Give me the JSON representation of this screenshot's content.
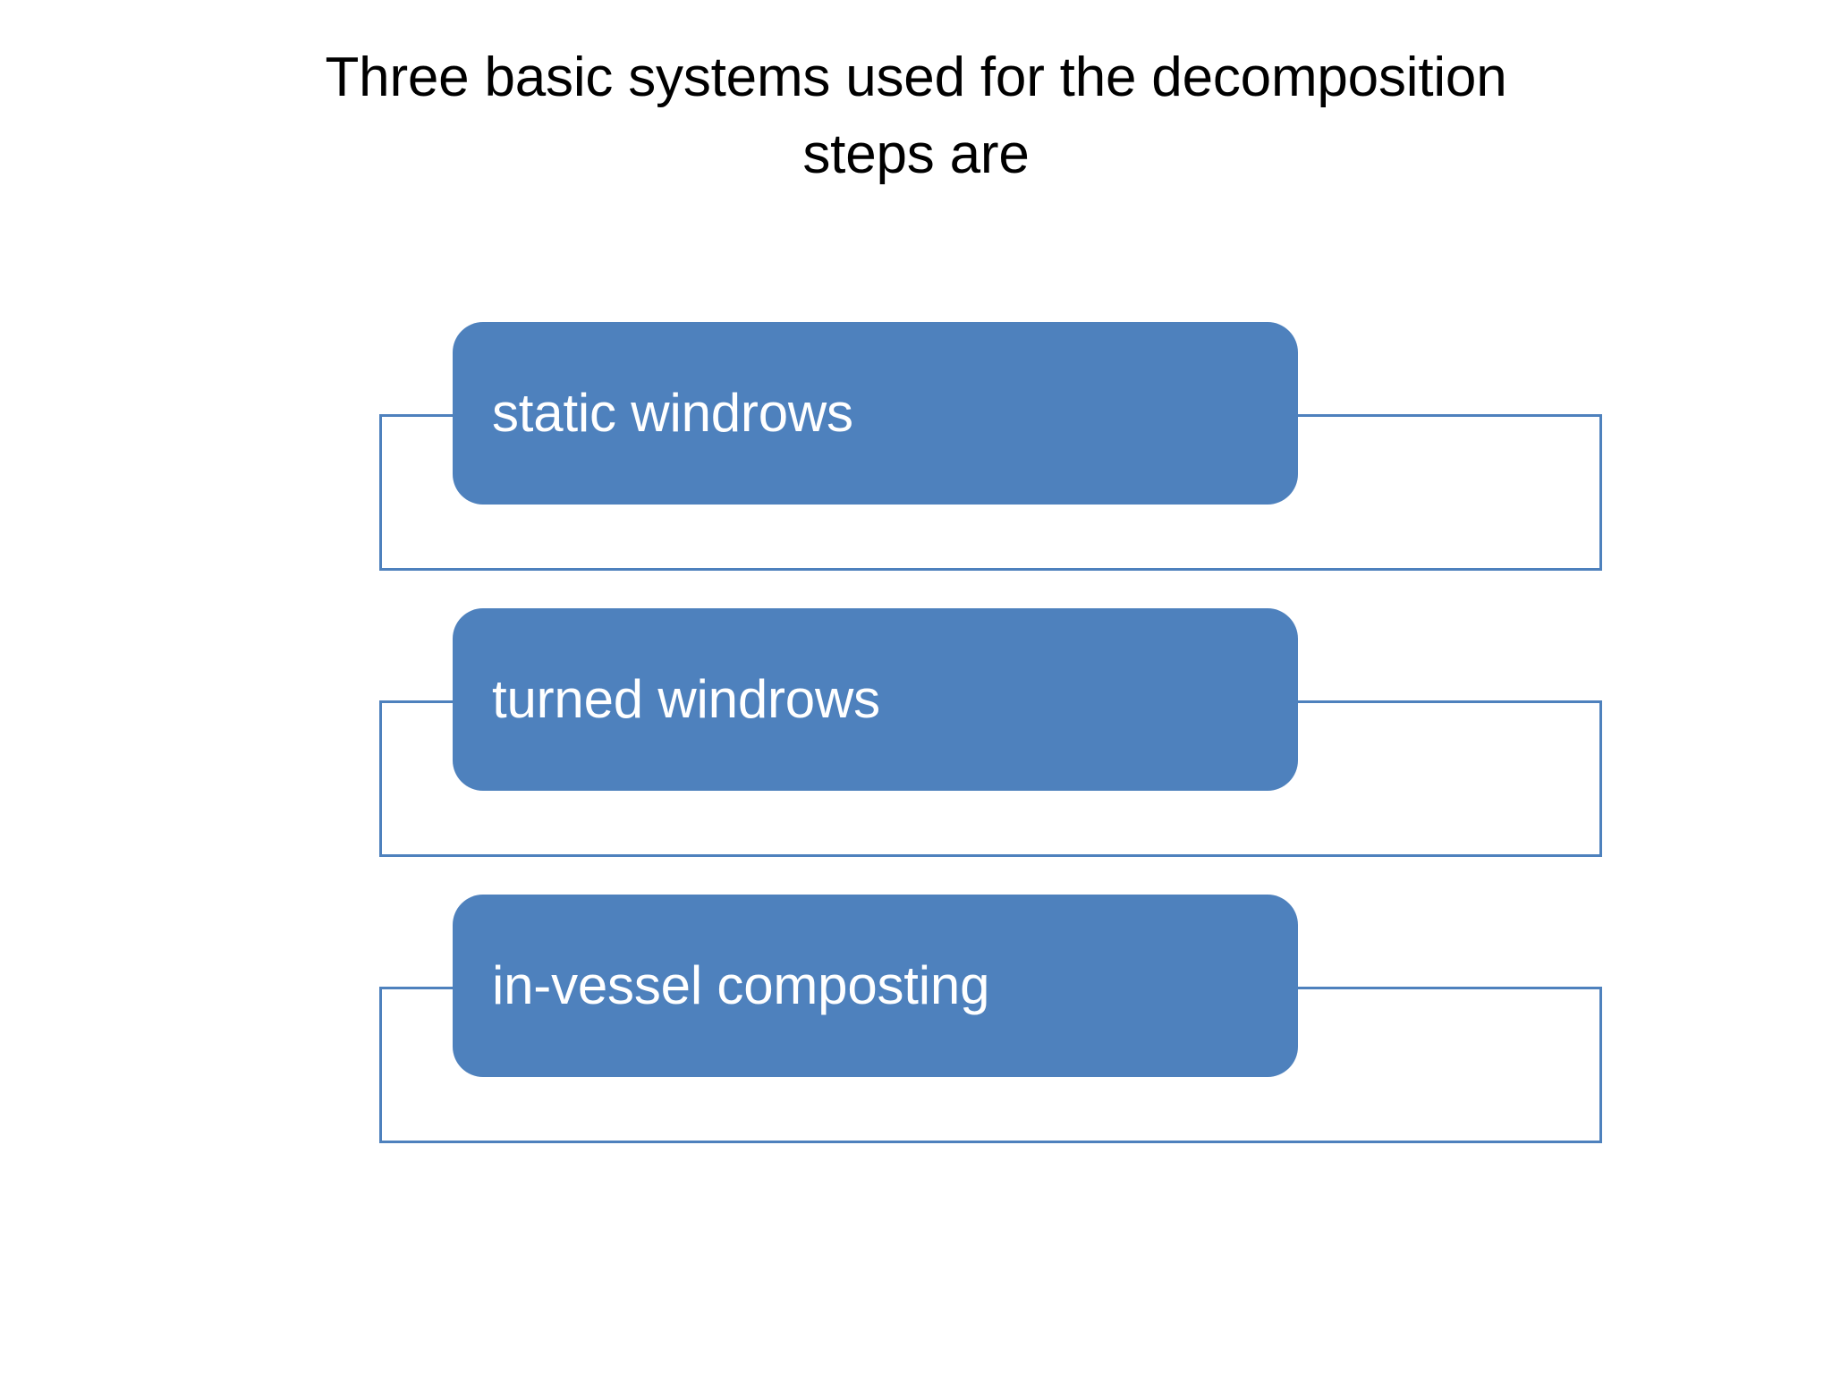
{
  "slide": {
    "background_color": "#FFFFFF",
    "title_lines": [
      "Three basic systems used for the decomposition",
      "steps are"
    ],
    "title_color": "#000000"
  },
  "diagram": {
    "type": "vertical-process-list",
    "accent_color": "#4E81BD",
    "label_color": "#FFFFFF",
    "items": [
      {
        "label": "static windrows"
      },
      {
        "label": "turned windrows"
      },
      {
        "label": "in-vessel composting"
      }
    ]
  }
}
